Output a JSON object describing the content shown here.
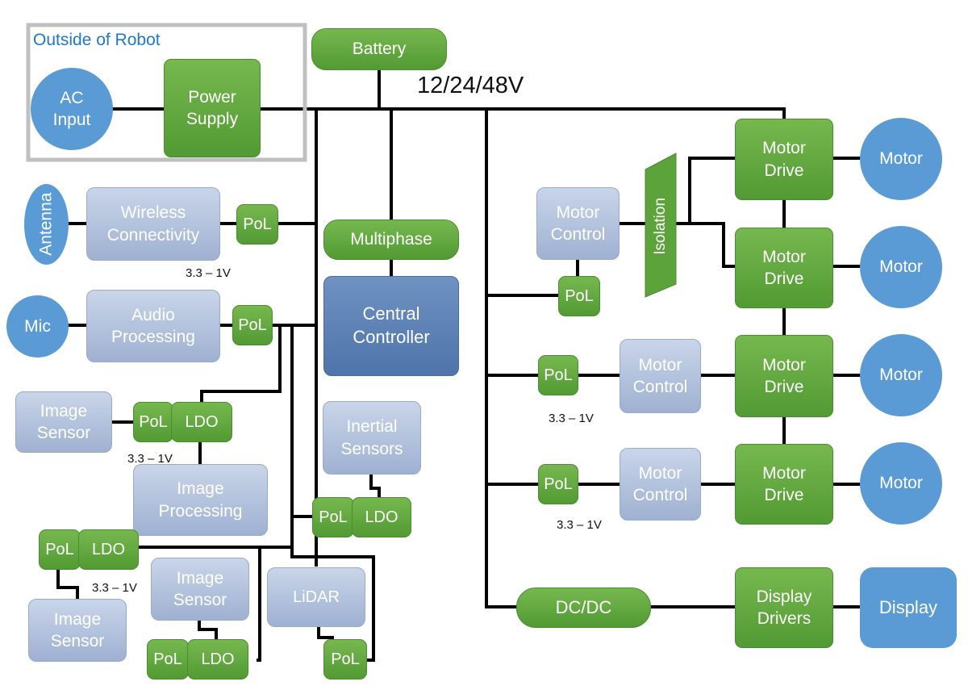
{
  "outside_label": "Outside of Robot",
  "voltage_label": "12/24/48V",
  "blocks": {
    "ac_input": "AC\nInput",
    "power_supply": "Power\nSupply",
    "battery": "Battery",
    "antenna": "Antenna",
    "wireless": "Wireless\nConnectivity",
    "pol_wireless": "PoL",
    "mic": "Mic",
    "audio": "Audio\nProcessing",
    "pol_audio": "PoL",
    "multiphase": "Multiphase",
    "central": "Central\nController",
    "image_sensor_1": "Image\nSensor",
    "pol_img1": "PoL",
    "ldo_img1": "LDO",
    "image_processing": "Image\nProcessing",
    "inertial": "Inertial\nSensors",
    "pol_inertial": "PoL",
    "ldo_inertial": "LDO",
    "pol_img2": "PoL",
    "ldo_img2": "LDO",
    "image_sensor_2": "Image\nSensor",
    "image_sensor_3": "Image\nSensor",
    "pol_img3": "PoL",
    "ldo_img3": "LDO",
    "lidar": "LiDAR",
    "pol_lidar": "PoL",
    "motor_control_1": "Motor\nControl",
    "pol_mc1": "PoL",
    "isolation": "Isolation",
    "motor_drive_1": "Motor\nDrive",
    "motor_drive_2": "Motor\nDrive",
    "motor_drive_3": "Motor\nDrive",
    "motor_drive_4": "Motor\nDrive",
    "motor_1": "Motor",
    "motor_2": "Motor",
    "motor_3": "Motor",
    "motor_4": "Motor",
    "pol_mc2": "PoL",
    "motor_control_2": "Motor\nControl",
    "pol_mc3": "PoL",
    "motor_control_3": "Motor\nControl",
    "dcdc": "DC/DC",
    "display_drivers": "Display\nDrivers",
    "display": "Display"
  },
  "voltage_notes": {
    "wireless": "3.3 – 1V",
    "image_1": "3.3 – 1V",
    "image_2": "3.3 – 1V",
    "motor_2": "3.3 – 1V",
    "motor_3": "3.3 – 1V"
  },
  "colors": {
    "green": "#5ca33c",
    "light_blue": "#b4c3df",
    "dark_blue": "#5b7fb4",
    "blue": "#5b9bd5",
    "outside_border": "#c0c0c0",
    "outside_label": "#1f78c8"
  }
}
